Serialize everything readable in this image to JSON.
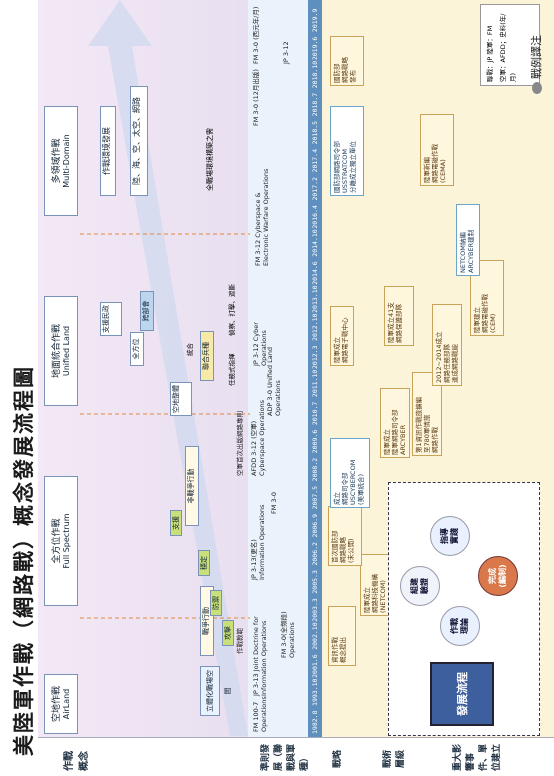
{
  "title": "美陸軍作戰（網路戰）概念發展流程圖",
  "watermark": "戰例譯注",
  "row_labels": {
    "concept": "作戰概念",
    "doctrine": "準則發展（聯戰與軍種）",
    "strategy": "戰略",
    "tactics": "戰術層級",
    "events": "重大影響事件、單位建立"
  },
  "eras": [
    {
      "zh": "空地作戰",
      "en": "AirLand"
    },
    {
      "zh": "全方位作戰",
      "en": "Full Spectrum"
    },
    {
      "zh": "地面統合作戰",
      "en": "Unified Land"
    },
    {
      "zh": "多領域作戰",
      "en": "Multi-Domain"
    }
  ],
  "concept_items": {
    "airland": "立體化戰場空間",
    "fs_ops": "戰爭行動",
    "fs_mootw": "非戰爭行動",
    "fs_attack": "攻擊",
    "fs_defend": "防禦",
    "fs_stability": "穩定",
    "fs_support": "支援",
    "ul_a": "空地整體",
    "ul_b": "全方位",
    "ul_c": "聯合兵種",
    "ul_d": "支援民政",
    "ul_e": "跨部會",
    "ul_f": "統合",
    "ul_g": "任務式指揮",
    "ul_h": "偵察、打擊、遮斷",
    "md_a": "作戰環境發展",
    "md_b": "陸、海、空、太空、網路",
    "md_c": "全戰場環境構築之需"
  },
  "doctrines": [
    {
      "text": "FM 100-7 Operations"
    },
    {
      "text": "JP 3-13 Joint Doctrine for Information Operations"
    },
    {
      "text": "FM 3-0(全頻段) Operations"
    },
    {
      "text": "作戰教範"
    },
    {
      "text": "JP 3-13(更名) Information Operations"
    },
    {
      "text": "FM 3-0"
    },
    {
      "text": "AFDD 3-12 (空軍) Cyberspace Operations"
    },
    {
      "text": "空軍首次出版網路專則"
    },
    {
      "text": "ADP 3-0 Unified Land Operations"
    },
    {
      "text": "JP 3-12 Cyber Operations"
    },
    {
      "text": "FM 3-12 Cyberspace & Electronic Warfare Operations"
    },
    {
      "text": "FM 3-0 (12月出版)"
    },
    {
      "text": "JP 3-12"
    },
    {
      "text": "FM 3-0 (西元年/月)"
    }
  ],
  "years": [
    "1982.8",
    "1993.10",
    "2001.6",
    "2002.10",
    "2003.3",
    "2005.3",
    "2006.2",
    "2006.9",
    "2007.5",
    "2008.2",
    "2009.6",
    "2010.7",
    "2011.10",
    "2012.3",
    "2012.10",
    "2013.10",
    "2014.6",
    "2014.10",
    "2016.4",
    "2017.2",
    "2017.4",
    "2018.5",
    "2018.7",
    "2018.10",
    "2019.6",
    "2019.9"
  ],
  "events": [
    {
      "text": "資訊作戰\n概念提出"
    },
    {
      "text": "陸軍成立\n網路科技機構\n(NETCOM)"
    },
    {
      "text": "首次國防部\n網路戰略\n(未公開)"
    },
    {
      "text": "成立\n網路司令部\nUSCYBERCOM\n(美軍統合)"
    },
    {
      "text": "陸軍成立\n陸軍網路司令部\nARCYBER"
    },
    {
      "text": "第1資訊作戰旅擴編\n至780軍情旅\n網路作戰"
    },
    {
      "text": "2012~2014成立\n網路任務部隊\n達成網路戰能"
    },
    {
      "text": "陸軍成立\n網路電子戰中心"
    },
    {
      "text": "陸軍建立\n網路電磁作戰\n(CEM)"
    },
    {
      "text": "陸軍成立41支\n網路保護部隊"
    },
    {
      "text": "NETCOM納編\nARCYBER建制"
    },
    {
      "text": "國防部網路司令部\nUSSTRATCOM\n分離成立獨立單位"
    },
    {
      "text": "陸軍新編\n網路電磁作戰\n(CEMA)"
    },
    {
      "text": "國防部\n網路戰略\n發布"
    }
  ],
  "cycle": {
    "center": "發展流程",
    "nodes": [
      "組建\n驗證",
      "指導\n實踐",
      "作戰\n理論",
      "完成\n(編制)"
    ]
  },
  "legend": {
    "line1": "聯戰：JP    陸軍：FM",
    "line2": "空軍：AFDD；史料(年/月)"
  }
}
